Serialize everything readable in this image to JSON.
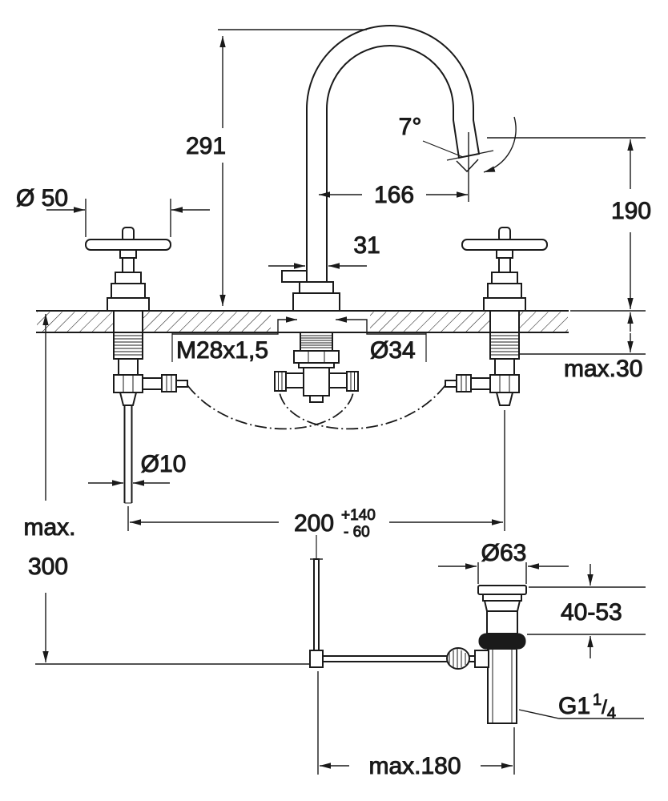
{
  "page": {
    "background": "#ffffff",
    "line_color": "#1a1a1a",
    "type": "faucet-installation-dimension-drawing"
  },
  "dimensions": {
    "spout_height": "291",
    "handle_diameter": "Ø 50",
    "spray_angle": "7°",
    "spout_reach": "166",
    "outlet_height": "190",
    "spout_tube_width": "31",
    "thread_spec": "M28x1,5",
    "shank_diameter": "Ø34",
    "deck_thickness": "max.30",
    "rod_diameter": "Ø10",
    "center_distance": "200",
    "center_distance_plus": "+140",
    "center_distance_minus": "- 60",
    "max_depth_word": "max.",
    "max_depth_value": "300",
    "drain_flange_diameter": "Ø63",
    "drain_adjust_range": "40-53",
    "drain_thread_main": "G1",
    "drain_thread_numerator": "1",
    "drain_thread_slash": "/",
    "drain_thread_denominator": "4",
    "drain_reach": "max.180"
  }
}
